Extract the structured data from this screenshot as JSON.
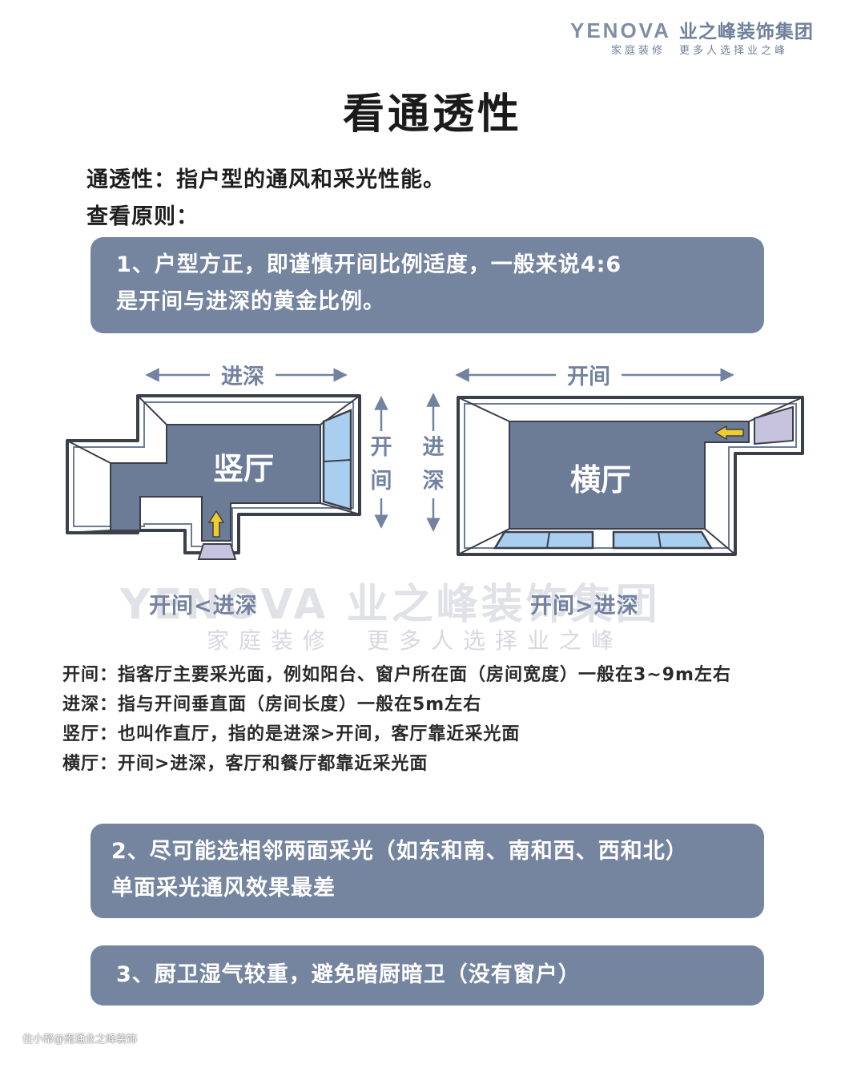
{
  "brand": {
    "latin": "YENOVA",
    "name_cn": "业之峰装饰集团",
    "slogan": "家庭装修　更多人选择业之峰"
  },
  "title": "看通透性",
  "intro": {
    "definition": "通透性：指户型的通风和采光性能。",
    "principles_heading": "查看原则："
  },
  "principles": [
    {
      "lines": [
        "1、户型方正，即谨慎开间比例适度，一般来说4:6",
        "是开间与进深的黄金比例。"
      ]
    },
    {
      "lines": [
        "2、尽可能选相邻两面采光（如东和南、南和西、西和北）",
        "单面采光通风效果最差"
      ]
    },
    {
      "lines": [
        "3、厨卫湿气较重，避免暗厨暗卫（没有窗户）"
      ]
    }
  ],
  "diagram": {
    "left": {
      "room_label": "竖厅",
      "top_dimension": "进深",
      "side_dimension": "开间",
      "caption": "开间<进深"
    },
    "right": {
      "room_label": "横厅",
      "top_dimension": "开间",
      "side_dimension": "进深",
      "caption": "开间>进深"
    }
  },
  "watermark": {
    "big": "YENOVA 业之峰装饰集团",
    "small": "家庭装修　更多人选择业之峰"
  },
  "definitions": [
    "开间：指客厅主要采光面，例如阳台、窗户所在面（房间宽度）一般在3~9m左右",
    "进深：指与开间垂直面（房间长度）一般在5m左右",
    "竖厅：也叫作直厅，指的是进深>开间，客厅靠近采光面",
    "横厅：开间>进深，客厅和餐厅都靠近采光面"
  ],
  "footer": "住小帮@南通业之峰装饰",
  "colors": {
    "box": "#7585a0",
    "floor": "#6c7b96",
    "label": "#7382a0",
    "window": "#a9cff0",
    "door": "#c7c3df",
    "arrow": "#f2cc2c"
  }
}
